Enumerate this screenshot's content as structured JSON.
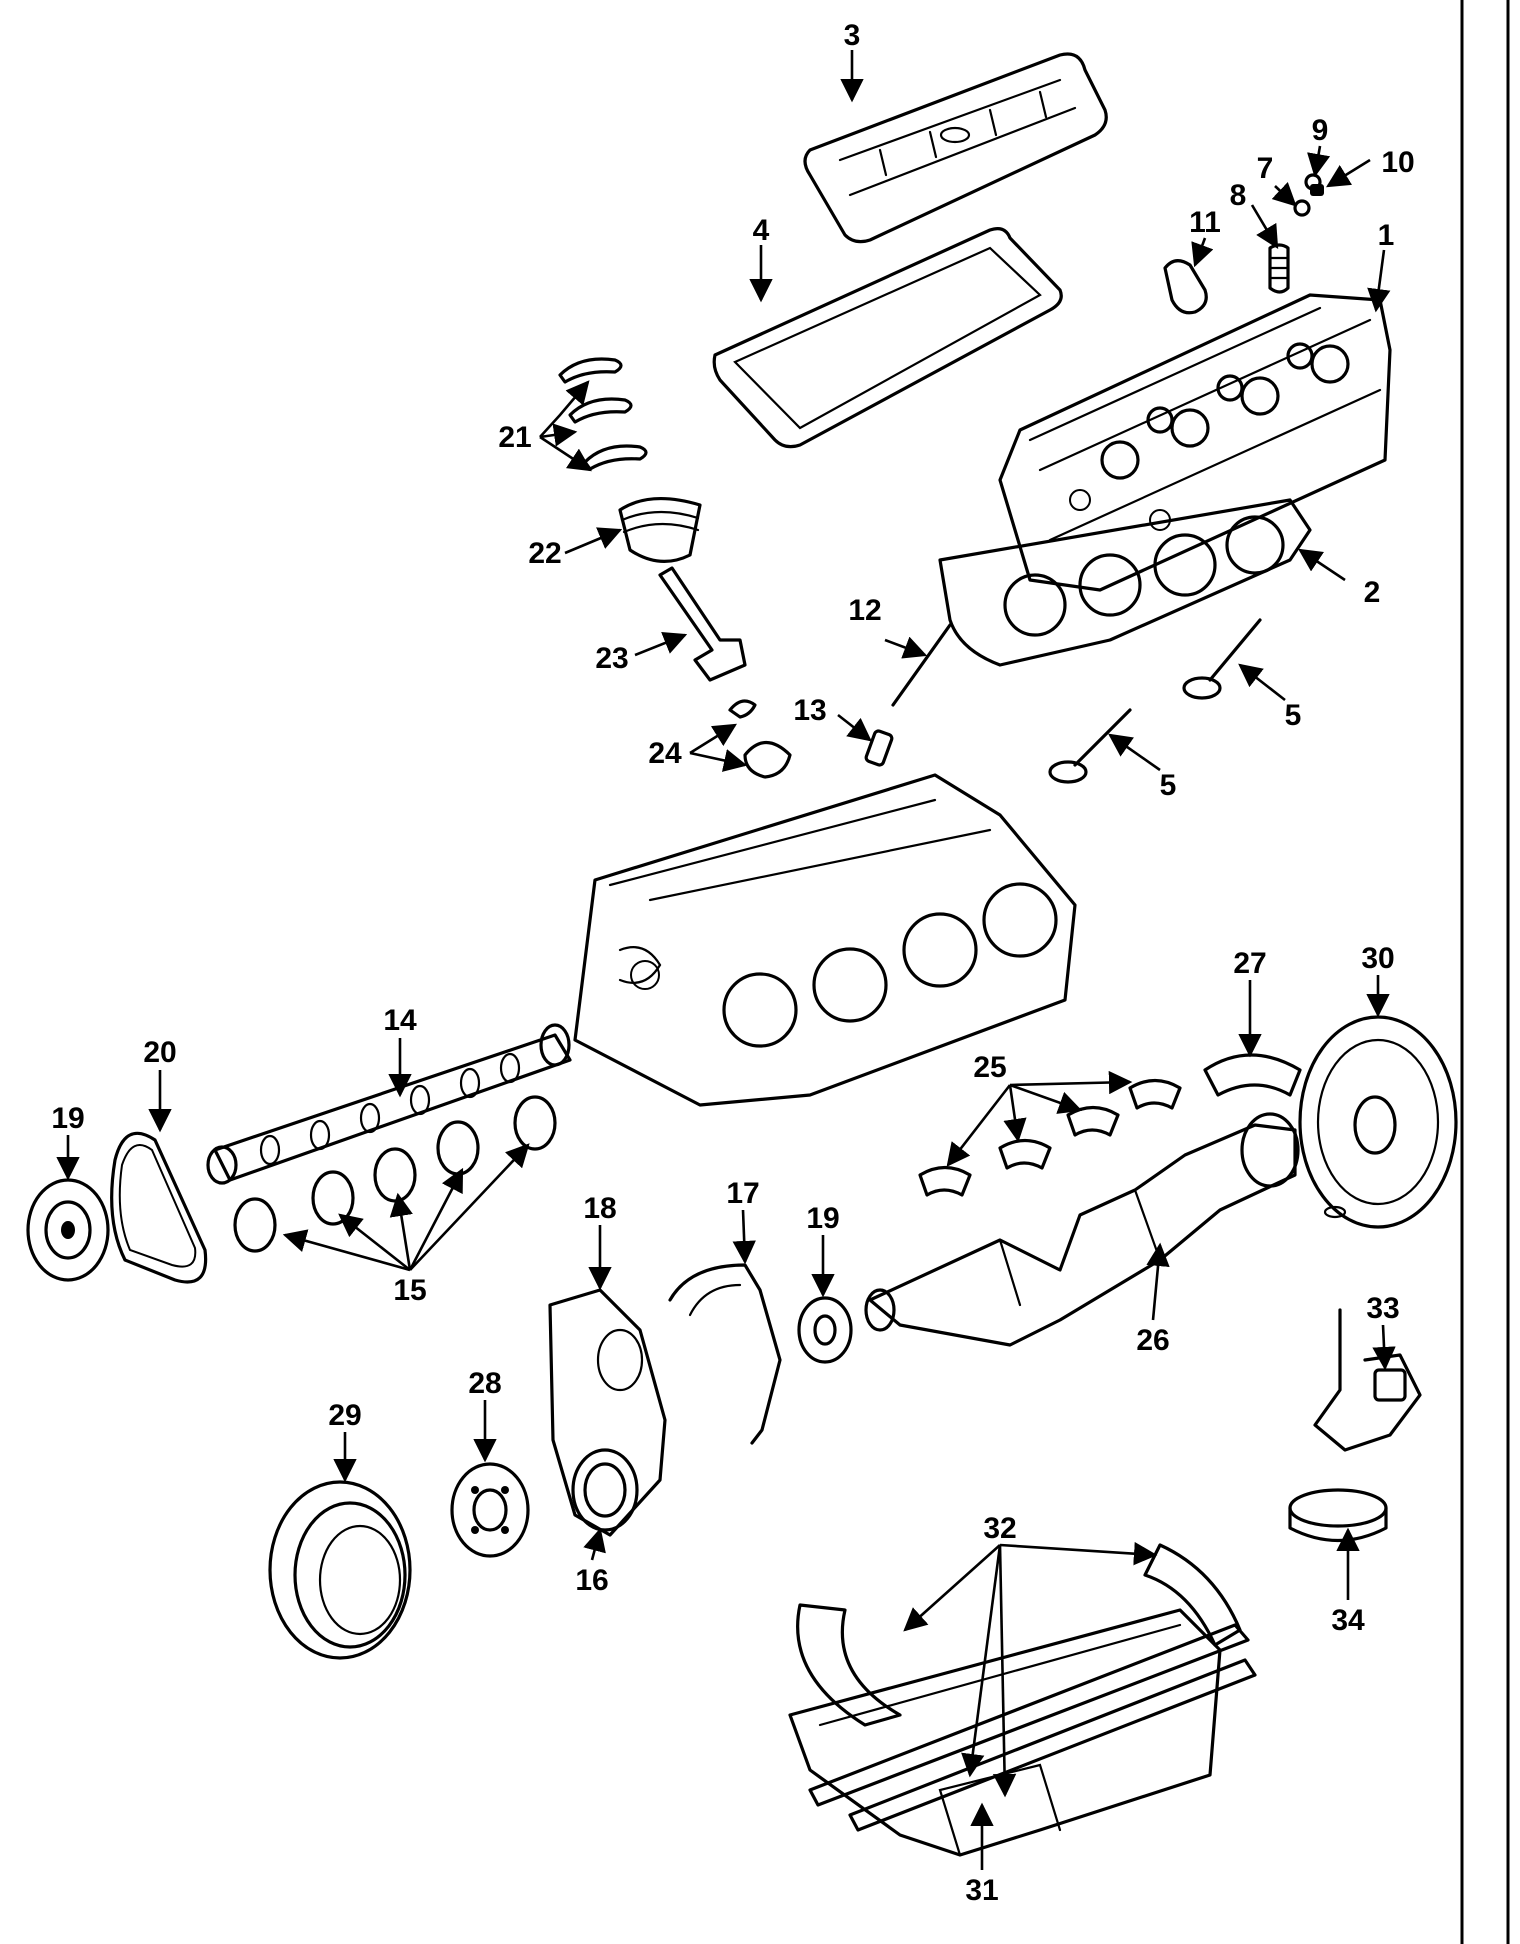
{
  "callouts": {
    "c1": "1",
    "c2": "2",
    "c3": "3",
    "c4": "4",
    "c5a": "5",
    "c5b": "5",
    "c7": "7",
    "c8": "8",
    "c9": "9",
    "c10": "10",
    "c11": "11",
    "c12": "12",
    "c13": "13",
    "c14": "14",
    "c15": "15",
    "c16": "16",
    "c17": "17",
    "c18": "18",
    "c19a": "19",
    "c19b": "19",
    "c20": "20",
    "c21": "21",
    "c22": "22",
    "c23": "23",
    "c24": "24",
    "c25": "25",
    "c26": "26",
    "c27": "27",
    "c28": "28",
    "c29": "29",
    "c30": "30",
    "c31": "31",
    "c32": "32",
    "c33": "33",
    "c34": "34"
  }
}
